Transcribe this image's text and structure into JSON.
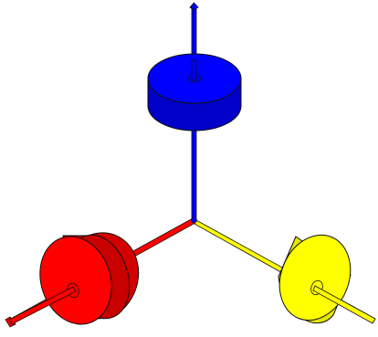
{
  "scene": {
    "background": "#ffffff",
    "outline": "#111111",
    "axes": [
      {
        "id": "z",
        "color": "#0000ff",
        "shade": "#0000c8",
        "dark": "#00008f"
      },
      {
        "id": "x",
        "color": "#ff0000",
        "shade": "#d40000",
        "dark": "#9a0000"
      },
      {
        "id": "y",
        "color": "#ffff00",
        "shade": "#e6e600",
        "dark": "#b8b800"
      }
    ],
    "icons": [
      "origin-point",
      "axis-arrow-tip"
    ]
  }
}
